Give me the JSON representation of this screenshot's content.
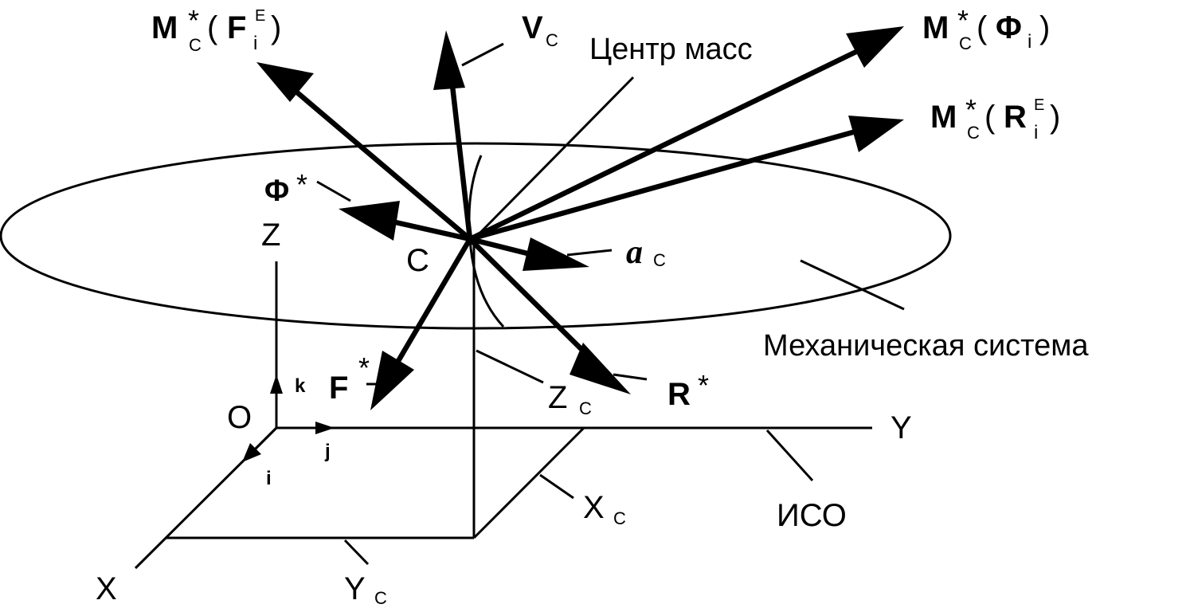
{
  "labels": {
    "M_F": {
      "main": "M",
      "sub": "C",
      "star": "*",
      "open": "(",
      "vec": "F",
      "vsub": "i",
      "vsup": "E",
      "close": ")"
    },
    "V": {
      "main": "V",
      "sub": "C"
    },
    "center_of_mass": "Центр масс",
    "M_Phi": {
      "main": "M",
      "sub": "C",
      "star": "*",
      "open": "(",
      "vec": "Φ",
      "vsub": "i",
      "close": ")"
    },
    "M_R": {
      "main": "M",
      "sub": "C",
      "star": "*",
      "open": "(",
      "vec": "R",
      "vsub": "i",
      "vsup": "E",
      "close": ")"
    },
    "Phi": {
      "main": "Φ",
      "star": "*"
    },
    "Z": "Z",
    "C": "C",
    "a": {
      "main": "a",
      "sub": "C"
    },
    "mech_system": "Механическая система",
    "k": "k",
    "F": {
      "main": "F",
      "star": "*"
    },
    "Zc": {
      "main": "Z",
      "sub": "C"
    },
    "R": {
      "main": "R",
      "star": "*"
    },
    "Y": "Y",
    "O": "O",
    "j": "j",
    "i": "i",
    "Xc": {
      "main": "X",
      "sub": "C"
    },
    "ISO": "ИСО",
    "X": "X",
    "Yc": {
      "main": "Y",
      "sub": "C"
    }
  }
}
